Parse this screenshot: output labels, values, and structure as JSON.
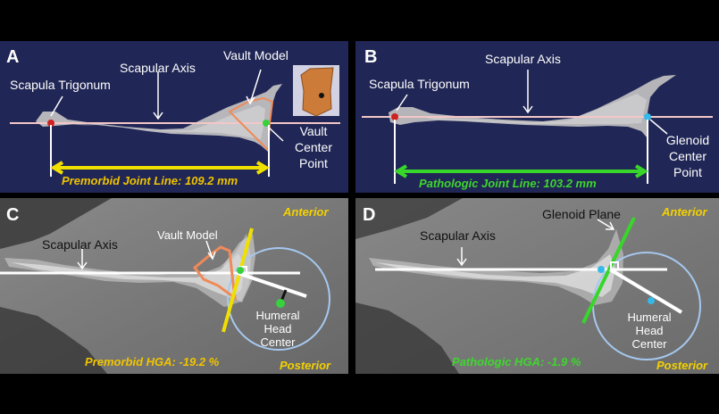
{
  "panels": {
    "a": {
      "letter": "A",
      "scapula_trigonum": "Scapula Trigonum",
      "scapular_axis": "Scapular Axis",
      "vault_model": "Vault Model",
      "vault_center_point": [
        "Vault",
        "Center",
        "Point"
      ],
      "caption": "Premorbid Joint Line: 109.2 mm"
    },
    "b": {
      "letter": "B",
      "scapula_trigonum": "Scapula Trigonum",
      "scapular_axis": "Scapular Axis",
      "glenoid_center_point": [
        "Glenoid",
        "Center",
        "Point"
      ],
      "caption": "Pathologic Joint Line: 103.2 mm"
    },
    "c": {
      "letter": "C",
      "scapular_axis": "Scapular Axis",
      "vault_model": "Vault Model",
      "anterior": "Anterior",
      "posterior": "Posterior",
      "humeral_head_center": [
        "Humeral",
        "Head",
        "Center"
      ],
      "caption": "Premorbid HGA: -19.2 %"
    },
    "d": {
      "letter": "D",
      "scapular_axis": "Scapular Axis",
      "glenoid_plane": "Glenoid Plane",
      "anterior": "Anterior",
      "posterior": "Posterior",
      "humeral_head_center": [
        "Humeral",
        "Head",
        "Center"
      ],
      "caption": "Pathologic HGA: -1.9 %"
    }
  },
  "colors": {
    "panel_bg": "#202655",
    "axis_line": "#f4c7c7",
    "yellow": "#f0e000",
    "green": "#38d62a",
    "orange": "#f08a58",
    "red_marker": "#cc2222",
    "cyan_marker": "#35b9e8",
    "circle": "#a6c8ef"
  }
}
